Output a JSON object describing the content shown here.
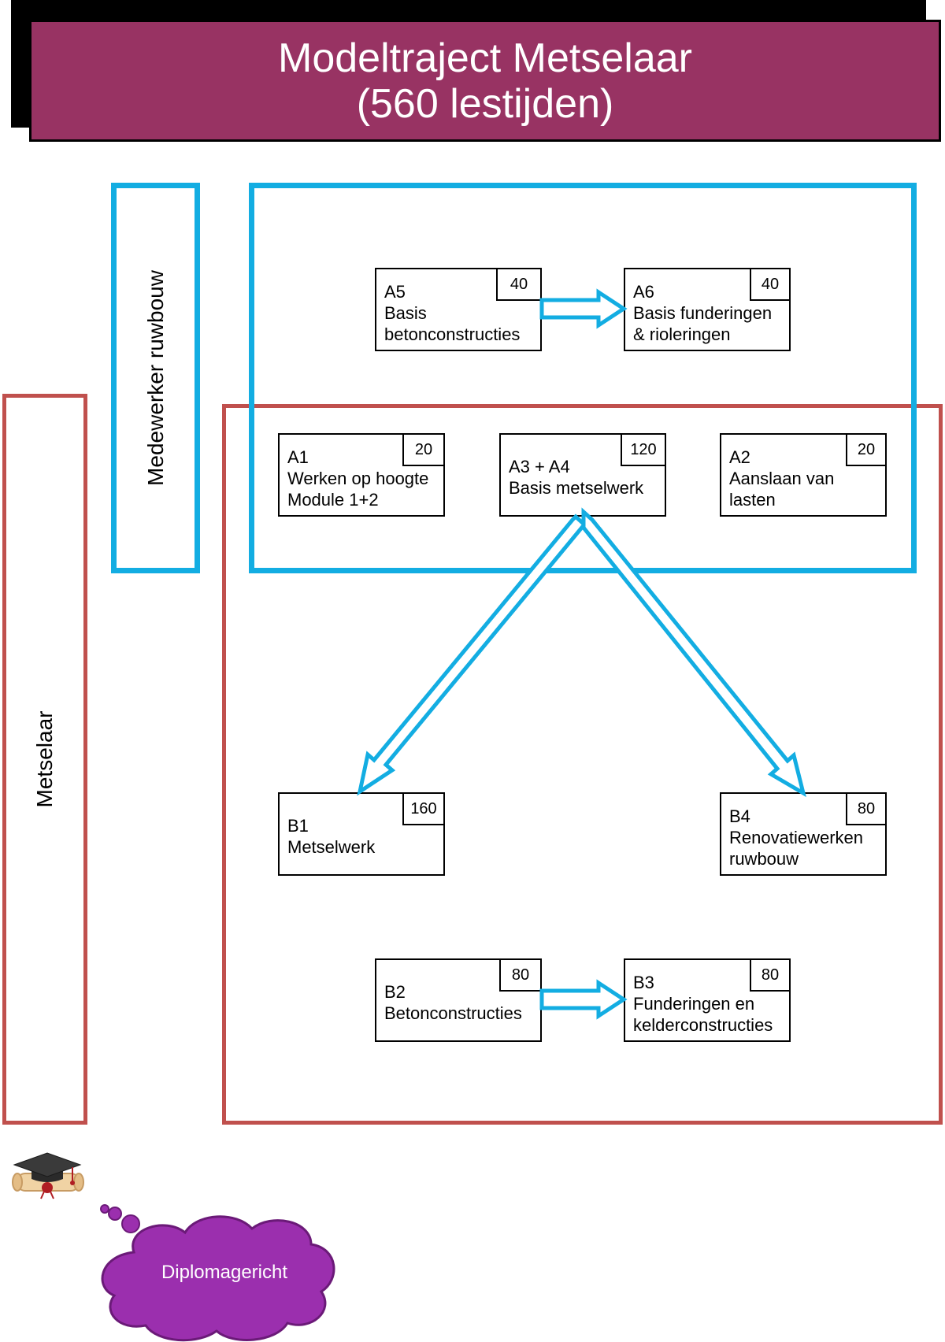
{
  "title": {
    "line1": "Modeltraject Metselaar",
    "line2": "(560 lestijden)"
  },
  "pathways": {
    "medewerker": "Medewerker ruwbouw",
    "metselaar": "Metselaar"
  },
  "modules": {
    "a5": {
      "code": "A5",
      "name": "Basis betonconstructies",
      "hours": "40"
    },
    "a6": {
      "code": "A6",
      "name": "Basis funderingen & rioleringen",
      "hours": "40"
    },
    "a1": {
      "code": "A1",
      "name": "Werken op hoogte Module 1+2",
      "hours": "20"
    },
    "a34": {
      "code": "A3 + A4",
      "name": "Basis metselwerk",
      "hours": "120"
    },
    "a2": {
      "code": "A2",
      "name": "Aanslaan van lasten",
      "hours": "20"
    },
    "b1": {
      "code": "B1",
      "name": "Metselwerk",
      "hours": "160"
    },
    "b4": {
      "code": "B4",
      "name": "Renovatiewerken ruwbouw",
      "hours": "80"
    },
    "b2": {
      "code": "B2",
      "name": "Betonconstructies",
      "hours": "80"
    },
    "b3": {
      "code": "B3",
      "name": "Funderingen en kelderconstructies",
      "hours": "80"
    }
  },
  "diploma": {
    "label": "Diplomagericht",
    "icon": "graduation-cap-diploma-icon"
  },
  "colors": {
    "banner": "#983363",
    "medewerker_frame": "#13ade2",
    "metselaar_frame": "#c0504d",
    "arrow": "#13ade2",
    "cloud": "#9b2fae"
  }
}
